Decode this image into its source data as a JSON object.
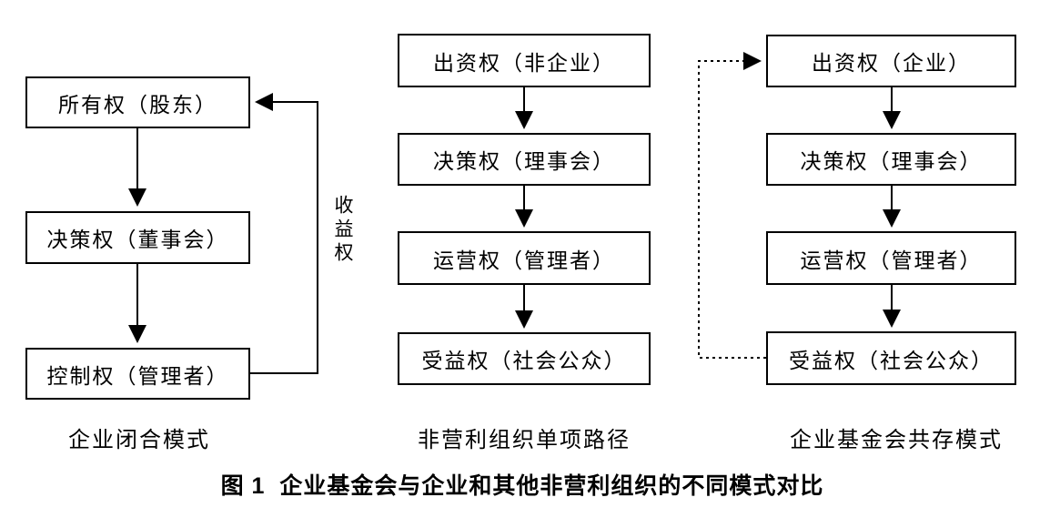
{
  "figure": {
    "caption_prefix": "图 1",
    "caption_text": "企业基金会与企业和其他非营利组织的不同模式对比"
  },
  "columns": [
    {
      "name": "企业闭合模式",
      "boxes": [
        "所有权（股东）",
        "决策权（董事会）",
        "控制权（管理者）"
      ],
      "feedback_label": "收益权",
      "feedback_style": "solid"
    },
    {
      "name": "非营利组织单项路径",
      "boxes": [
        "出资权（非企业）",
        "决策权（理事会）",
        "运营权（管理者）",
        "受益权（社会公众）"
      ]
    },
    {
      "name": "企业基金会共存模式",
      "boxes": [
        "出资权（企业）",
        "决策权（理事会）",
        "运营权（管理者）",
        "受益权（社会公众）"
      ],
      "feedback_style": "dotted"
    }
  ],
  "colors": {
    "line": "#000000",
    "text": "#000000",
    "background": "#ffffff"
  }
}
